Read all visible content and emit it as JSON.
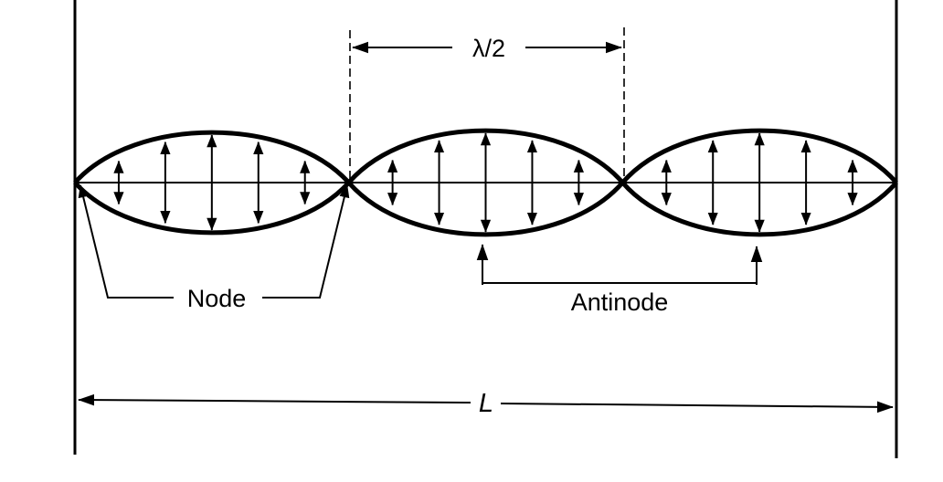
{
  "diagram": {
    "labels": {
      "half_wavelength": "λ/2",
      "node": "Node",
      "antinode": "Antinode",
      "length": "L"
    },
    "wave": {
      "loops": 3
    }
  }
}
